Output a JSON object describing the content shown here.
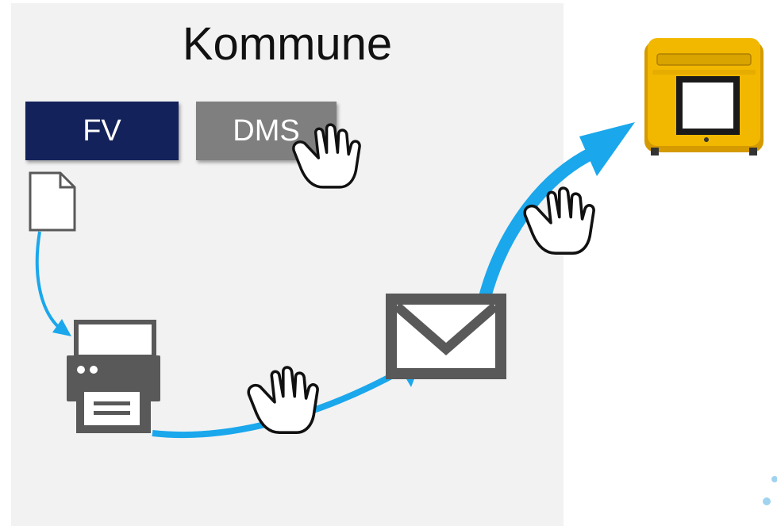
{
  "title": "Kommune",
  "boxes": {
    "fv": "FV",
    "dms": "DMS"
  },
  "colors": {
    "panel": "#f2f2f2",
    "fv": "#13225a",
    "dms": "#7f7f7f",
    "arrow": "#1aa7ec",
    "icon": "#595959",
    "mailbox": "#f2b800"
  }
}
